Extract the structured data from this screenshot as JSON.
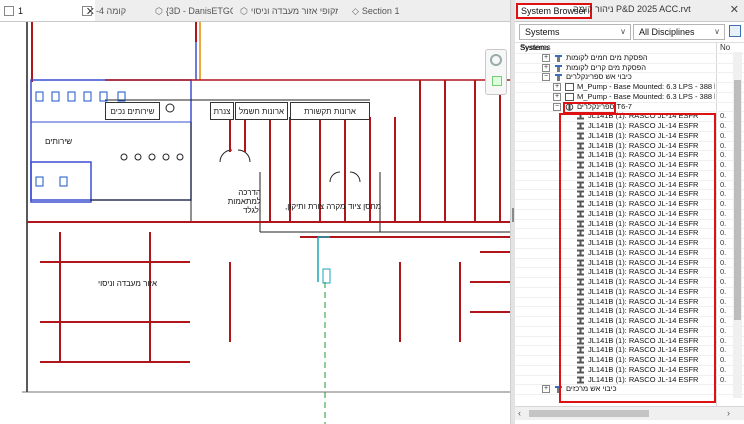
{
  "tabs": [
    {
      "label": "1",
      "active": true
    },
    {
      "label": "קומה 4-",
      "active": false
    },
    {
      "label": "{3D - DanisETGCD}",
      "active": false
    },
    {
      "label": "תלת מקופי אזור מעבדה וניסוי",
      "active": false
    },
    {
      "label": "Section 1",
      "active": false
    }
  ],
  "drawing": {
    "rooms": [
      "שירותים נכים",
      "שירותים",
      "אזור מעבדה וניסוי",
      "הדרכה למתאמות ולגלד",
      "מקרה צורת ותיקון,",
      "ארונות תקשורת",
      "ארונות חשמל",
      "צנרת",
      "מחסן ציוד"
    ],
    "colors": {
      "pipe": "#b0151c",
      "wall": "#222222",
      "plumbing": "#3a4fd0",
      "fixtures": "#1a56c4",
      "cyan": "#19a3b8",
      "green": "#1f9a3a",
      "orange": "#e68a00"
    }
  },
  "system_browser": {
    "tab_label": "System Browser",
    "file_label": "ניהור קומה P&D 2025 ACC.rvt",
    "view_dropdown": "Systems",
    "discipline_dropdown": "All Disciplines",
    "column_header_1": "Systems",
    "column_header_2": "No",
    "tree": [
      {
        "label": "Systems",
        "indent": 0,
        "expander": "",
        "icon": "none"
      },
      {
        "label": "הפסקת מים חמים לקומות",
        "indent": 1,
        "expander": "+",
        "icon": "pipe-system"
      },
      {
        "label": "הפסקת מים קרים לקומות",
        "indent": 1,
        "expander": "+",
        "icon": "pipe-system"
      },
      {
        "label": "כיבוי אש ספרינקלרים",
        "indent": 1,
        "expander": "−",
        "icon": "pipe-system"
      },
      {
        "label": "M_Pump - Base Mounted: 6.3 LPS - 388 kPa H...",
        "indent": 2,
        "expander": "+",
        "icon": "pump"
      },
      {
        "label": "M_Pump - Base Mounted: 6.3 LPS - 388 kPa H...",
        "indent": 2,
        "expander": "+",
        "icon": "pump"
      },
      {
        "label": "T6-7 ספרינקלרים",
        "indent": 2,
        "expander": "−",
        "icon": "group",
        "highlight": true
      },
      {
        "label": "JL141B (1): RASCO JL-14 ESFR",
        "indent": 3,
        "expander": "",
        "icon": "sprinkler"
      },
      {
        "label": "JL141B (1): RASCO JL-14 ESFR",
        "indent": 3,
        "expander": "",
        "icon": "sprinkler"
      },
      {
        "label": "JL141B (1): RASCO JL-14 ESFR",
        "indent": 3,
        "expander": "",
        "icon": "sprinkler"
      },
      {
        "label": "JL141B (1): RASCO JL-14 ESFR",
        "indent": 3,
        "expander": "",
        "icon": "sprinkler"
      },
      {
        "label": "JL141B (1): RASCO JL-14 ESFR",
        "indent": 3,
        "expander": "",
        "icon": "sprinkler"
      },
      {
        "label": "JL141B (1): RASCO JL-14 ESFR",
        "indent": 3,
        "expander": "",
        "icon": "sprinkler"
      },
      {
        "label": "JL141B (1): RASCO JL-14 ESFR",
        "indent": 3,
        "expander": "",
        "icon": "sprinkler"
      },
      {
        "label": "JL141B (1): RASCO JL-14 ESFR",
        "indent": 3,
        "expander": "",
        "icon": "sprinkler"
      },
      {
        "label": "JL141B (1): RASCO JL-14 ESFR",
        "indent": 3,
        "expander": "",
        "icon": "sprinkler"
      },
      {
        "label": "JL141B (1): RASCO JL-14 ESFR",
        "indent": 3,
        "expander": "",
        "icon": "sprinkler"
      },
      {
        "label": "JL141B (1): RASCO JL-14 ESFR",
        "indent": 3,
        "expander": "",
        "icon": "sprinkler"
      },
      {
        "label": "JL141B (1): RASCO JL-14 ESFR",
        "indent": 3,
        "expander": "",
        "icon": "sprinkler"
      },
      {
        "label": "JL141B (1): RASCO JL-14 ESFR",
        "indent": 3,
        "expander": "",
        "icon": "sprinkler"
      },
      {
        "label": "JL141B (1): RASCO JL-14 ESFR",
        "indent": 3,
        "expander": "",
        "icon": "sprinkler"
      },
      {
        "label": "JL141B (1): RASCO JL-14 ESFR",
        "indent": 3,
        "expander": "",
        "icon": "sprinkler"
      },
      {
        "label": "JL141B (1): RASCO JL-14 ESFR",
        "indent": 3,
        "expander": "",
        "icon": "sprinkler"
      },
      {
        "label": "JL141B (1): RASCO JL-14 ESFR",
        "indent": 3,
        "expander": "",
        "icon": "sprinkler"
      },
      {
        "label": "JL141B (1): RASCO JL-14 ESFR",
        "indent": 3,
        "expander": "",
        "icon": "sprinkler"
      },
      {
        "label": "JL141B (1): RASCO JL-14 ESFR",
        "indent": 3,
        "expander": "",
        "icon": "sprinkler"
      },
      {
        "label": "JL141B (1): RASCO JL-14 ESFR",
        "indent": 3,
        "expander": "",
        "icon": "sprinkler"
      },
      {
        "label": "JL141B (1): RASCO JL-14 ESFR",
        "indent": 3,
        "expander": "",
        "icon": "sprinkler"
      },
      {
        "label": "JL141B (1): RASCO JL-14 ESFR",
        "indent": 3,
        "expander": "",
        "icon": "sprinkler"
      },
      {
        "label": "JL141B (1): RASCO JL-14 ESFR",
        "indent": 3,
        "expander": "",
        "icon": "sprinkler"
      },
      {
        "label": "JL141B (1): RASCO JL-14 ESFR",
        "indent": 3,
        "expander": "",
        "icon": "sprinkler"
      },
      {
        "label": "JL141B (1): RASCO JL-14 ESFR",
        "indent": 3,
        "expander": "",
        "icon": "sprinkler"
      },
      {
        "label": "JL141B (1): RASCO JL-14 ESFR",
        "indent": 3,
        "expander": "",
        "icon": "sprinkler"
      },
      {
        "label": "JL141B (1): RASCO JL-14 ESFR",
        "indent": 3,
        "expander": "",
        "icon": "sprinkler"
      },
      {
        "label": "JL141B (1): RASCO JL-14 ESFR",
        "indent": 3,
        "expander": "",
        "icon": "sprinkler"
      },
      {
        "label": "כיבוי אש מרכזים",
        "indent": 1,
        "expander": "+",
        "icon": "pipe-system"
      }
    ],
    "value_column": "0."
  }
}
